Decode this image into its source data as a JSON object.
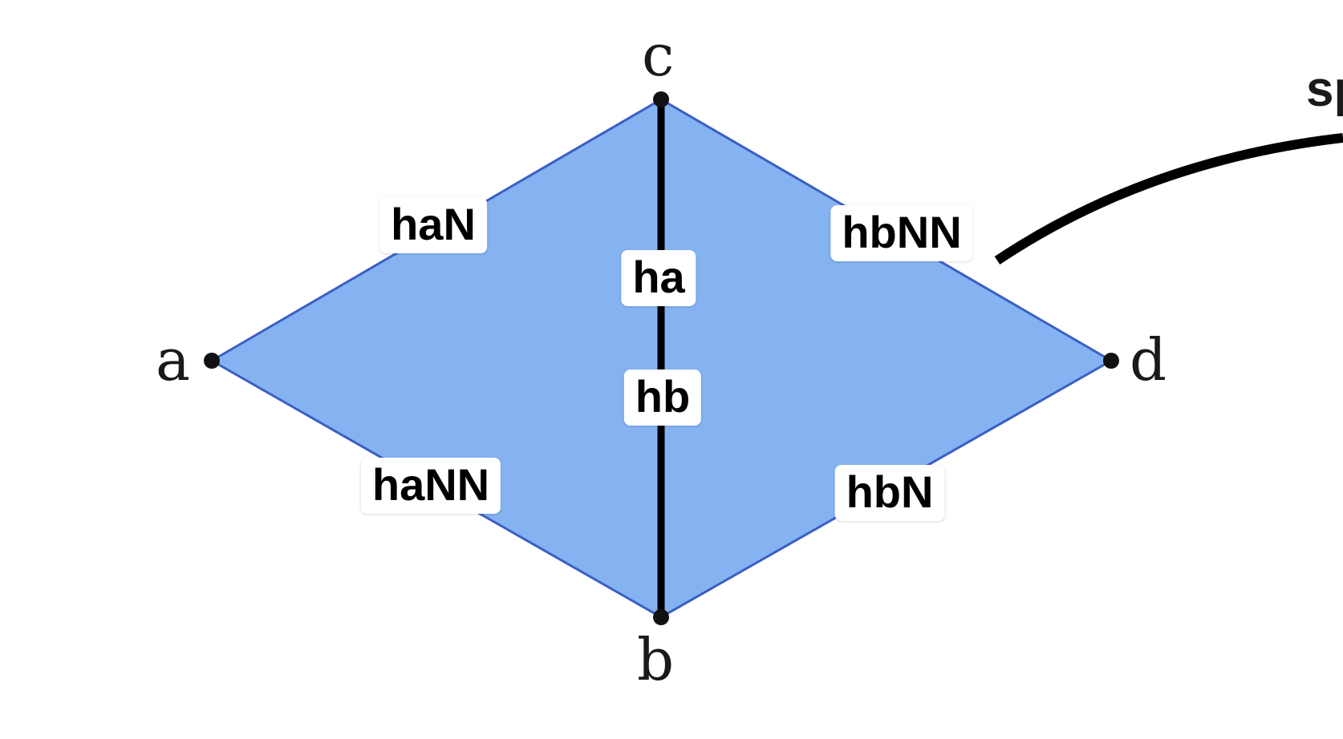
{
  "colors": {
    "face_fill": "#85b3f2",
    "face_stroke": "#3b5fc4",
    "edge": "#000000",
    "tag_background": "#ffffff"
  },
  "vertices": {
    "a": "a",
    "b": "b",
    "c": "c",
    "d": "d"
  },
  "edge_labels": {
    "ac": "haN",
    "cd": "hbNN",
    "cb_upper": "ha",
    "cb_lower": "hb",
    "ab": "haNN",
    "bd": "hbN"
  },
  "corner_text": "sp"
}
